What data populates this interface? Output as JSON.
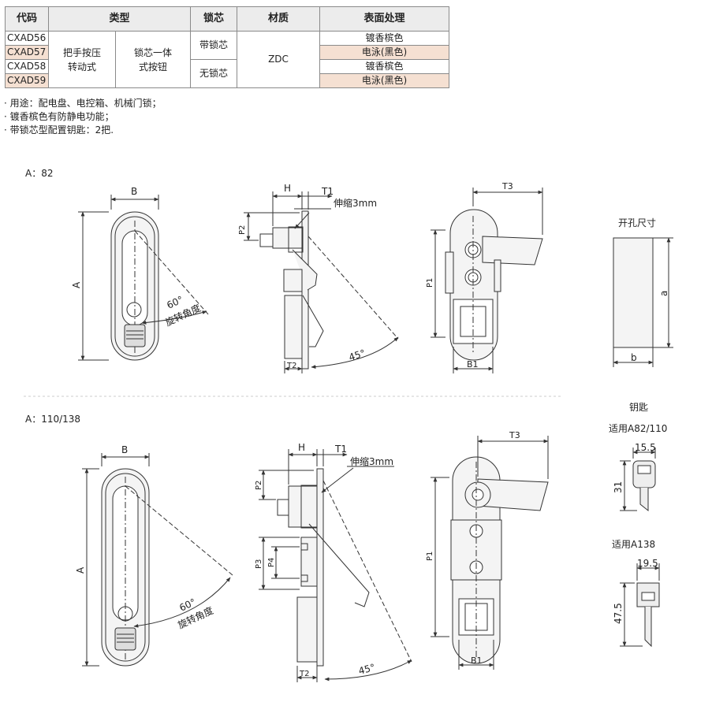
{
  "table": {
    "headers": [
      "代码",
      "类型",
      "锁芯",
      "材质",
      "表面处理"
    ],
    "codes": [
      "CXAD56",
      "CXAD57",
      "CXAD58",
      "CXAD59"
    ],
    "type_a": "把手按压\n转动式",
    "type_b": "锁芯一体\n式按钮",
    "lock_with": "带锁芯",
    "lock_without": "无锁芯",
    "material": "ZDC",
    "finishes": [
      "镀香槟色",
      "电泳(黑色)",
      "镀香槟色",
      "电泳(黑色)"
    ]
  },
  "notes": [
    "· 用途：配电盘、电控箱、机械门锁；",
    "· 镀香槟色有防静电功能；",
    "· 带锁芯型配置钥匙：2把."
  ],
  "section1": {
    "title": "A：82"
  },
  "section2": {
    "title": "A：110/138"
  },
  "dims": {
    "A": "A",
    "B": "B",
    "H": "H",
    "T1": "T1",
    "T2": "T2",
    "T3": "T3",
    "P1": "P1",
    "P2": "P2",
    "P3": "P3",
    "P4": "P4",
    "B1": "B1",
    "a": "a",
    "b": "b",
    "stroke": "伸缩3mm",
    "angle45": "45°",
    "angle60": "60°",
    "rot_angle": "旋转角度"
  },
  "cutout": {
    "title": "开孔尺寸"
  },
  "keys": {
    "title": "钥匙",
    "for_82_110": "适用A82/110",
    "for_138": "适用A138",
    "k1_width": "15.5",
    "k1_height": "31",
    "k2_width": "19.5",
    "k2_height": "47.5"
  },
  "colors": {
    "highlight": "#f5e0d2",
    "line": "#333333",
    "part_fill": "#f4f4f4"
  }
}
